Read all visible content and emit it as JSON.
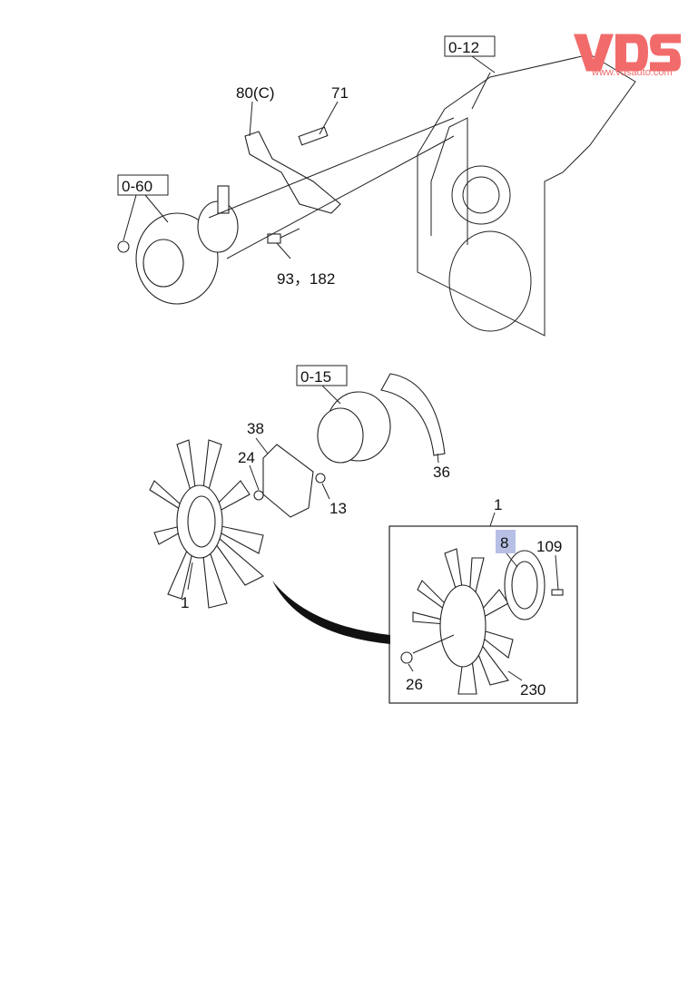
{
  "logo": {
    "brand": "VDS",
    "url_text": "www.vdsauto.com",
    "color": "#f26b6b"
  },
  "highlight_color": "#b7c0e4",
  "callouts": {
    "ref_0_12": "0-12",
    "ref_0_60": "0-60",
    "ref_0_15": "0-15",
    "p80c": "80(C)",
    "p71": "71",
    "p93_182": "93，182",
    "p38": "38",
    "p24": "24",
    "p13": "13",
    "p36": "36",
    "p1_main": "1",
    "p1_inset": "1",
    "p8": "8",
    "p109": "109",
    "p26": "26",
    "p230": "230"
  }
}
